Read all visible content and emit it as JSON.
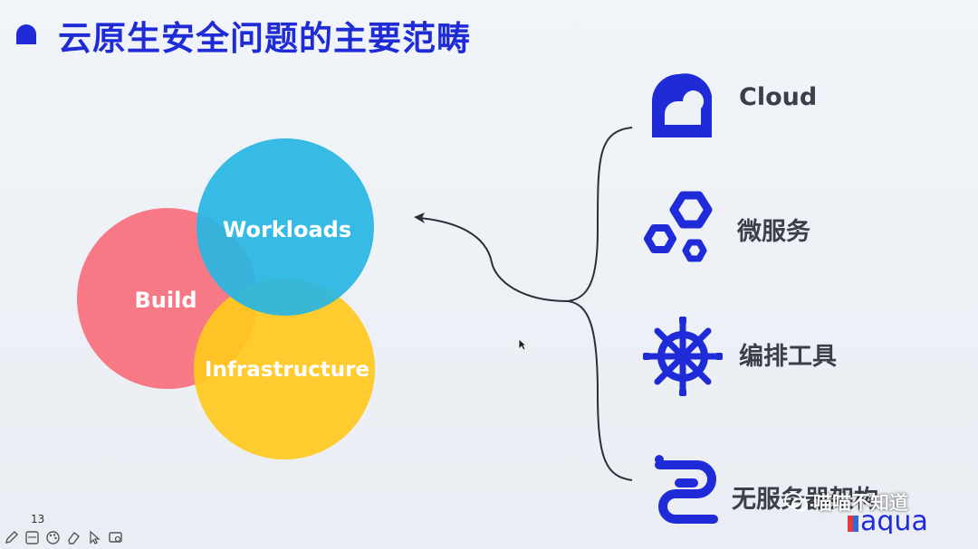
{
  "slide": {
    "title": "云原生安全问题的主要范畴",
    "page_number": "13"
  },
  "venn": {
    "circles": [
      {
        "label": "Build",
        "color": "#f8727f"
      },
      {
        "label": "Workloads",
        "color": "#27b6e3"
      },
      {
        "label": "Infrastructure",
        "color": "#ffc91f"
      }
    ]
  },
  "categories": [
    {
      "label": "Cloud",
      "icon": "cloud-icon"
    },
    {
      "label": "微服务",
      "icon": "microservices-icon"
    },
    {
      "label": "编排工具",
      "icon": "helm-wheel-icon"
    },
    {
      "label": "无服务器架构",
      "icon": "serverless-icon"
    }
  ],
  "watermark": {
    "text": "喵喵不知道",
    "logo": "aqua"
  },
  "colors": {
    "title": "#1f2bd6",
    "icon_blue": "#1f2bd6",
    "label": "#3b3f4a",
    "brace": "#2b2f38",
    "background": "#edf1f6"
  }
}
